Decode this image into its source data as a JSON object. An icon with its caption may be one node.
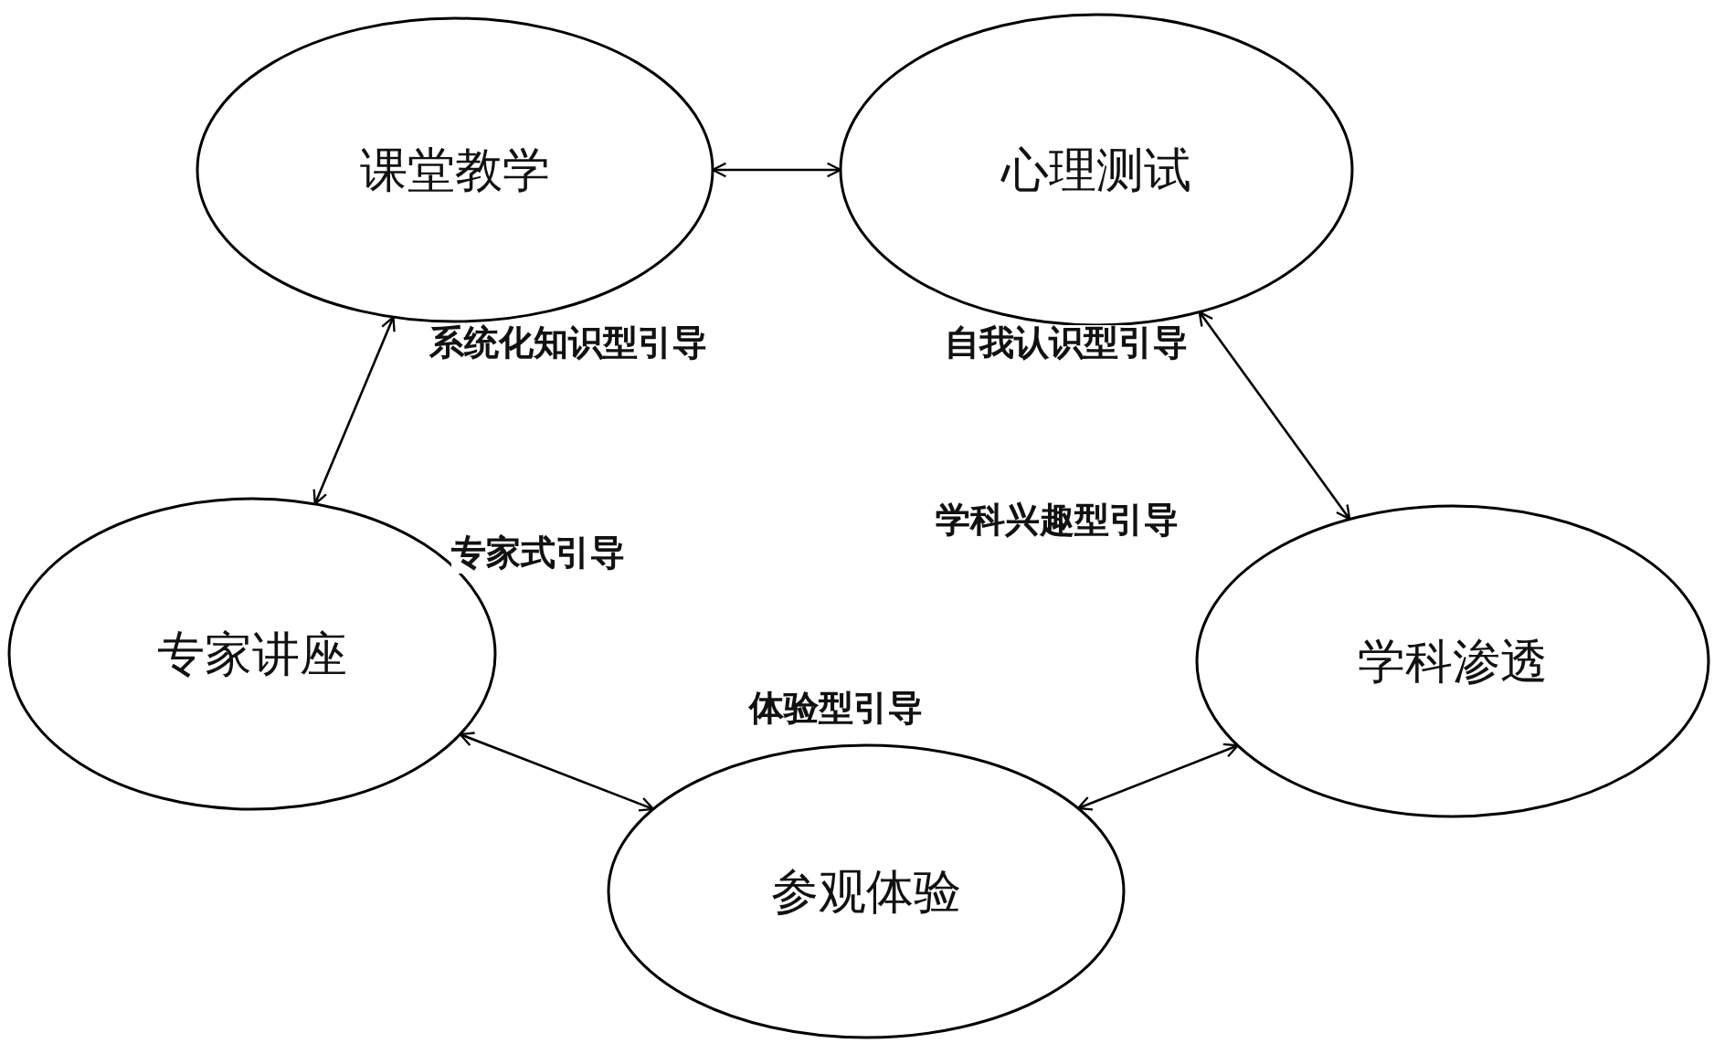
{
  "diagram": {
    "nodes": [
      {
        "text": [
          "课堂教学"
        ],
        "beside": [
          "系统化知识型引导"
        ]
      },
      {
        "text": [
          "心理测试"
        ],
        "beside": [
          "自我认识型引导"
        ]
      },
      {
        "text": [
          "专家讲座"
        ],
        "beside": [
          "专家式引导"
        ]
      },
      {
        "text": [
          "参观体验"
        ],
        "beside": [
          "体验型引导"
        ]
      },
      {
        "text": [
          "学科渗透"
        ],
        "beside": [
          "学科兴趣型引导"
        ]
      }
    ],
    "edges": [
      {
        "from": 0,
        "to": 1,
        "arrow": "both"
      },
      {
        "from": 0,
        "to": 2,
        "arrow": "both"
      },
      {
        "from": 1,
        "to": 4,
        "arrow": "both"
      },
      {
        "from": 2,
        "to": 3,
        "arrow": "both"
      },
      {
        "from": 3,
        "to": 4,
        "arrow": "both"
      }
    ]
  }
}
